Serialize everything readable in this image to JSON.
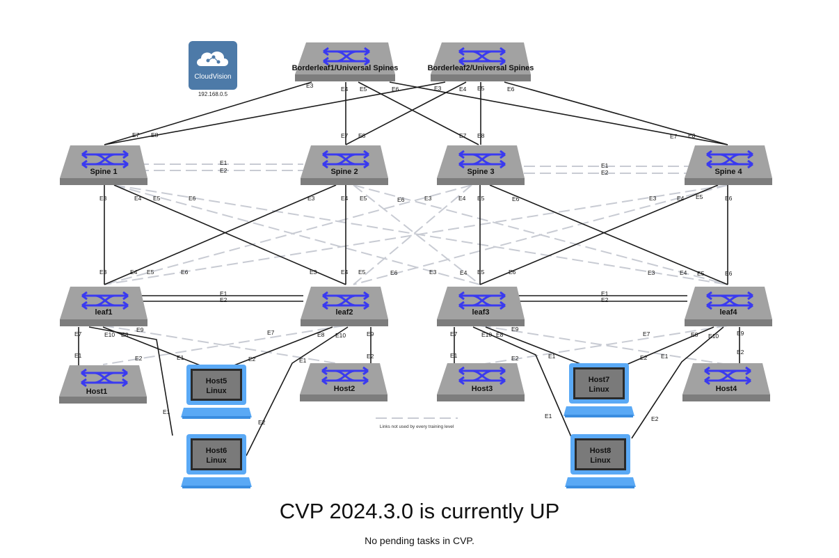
{
  "status": {
    "title": "CVP 2024.3.0 is currently UP",
    "subtitle": "No pending tasks in CVP."
  },
  "cloudvision": {
    "name": "CloudVision",
    "ip": "192.168.0.5"
  },
  "legend": {
    "text": "Links not used by every training level"
  },
  "colors": {
    "switch_top": "#a2a2a2",
    "switch_side": "#7d7d7d",
    "arrow": "#3a3af0",
    "host_frame": "#5aa9f5",
    "cloudvision": "#4d7aa8",
    "dashed_link": "#c8cbd3"
  },
  "devices": {
    "bl1": "Borderleaf1/Universal Spines",
    "bl2": "Borderleaf2/Universal Spines",
    "spine1": "Spine 1",
    "spine2": "Spine 2",
    "spine3": "Spine 3",
    "spine4": "Spine 4",
    "leaf1": "leaf1",
    "leaf2": "leaf2",
    "leaf3": "leaf3",
    "leaf4": "leaf4",
    "host1": "Host1",
    "host2": "Host2",
    "host3": "Host3",
    "host4": "Host4"
  },
  "hosts": {
    "host5": [
      "Host5",
      "Linux"
    ],
    "host6": [
      "Host6",
      "Linux"
    ],
    "host7": [
      "Host7",
      "Linux"
    ],
    "host8": [
      "Host8",
      "Linux"
    ]
  },
  "ports": [
    "E3",
    "E4",
    "E5",
    "E6",
    "E3",
    "E4",
    "E5",
    "E6",
    "E7",
    "E8",
    "E7",
    "E8",
    "E7",
    "E8",
    "E7",
    "E8",
    "E1",
    "E2",
    "E1",
    "E2",
    "E3",
    "E4",
    "E5",
    "E6",
    "E3",
    "E4",
    "E5",
    "E6",
    "E3",
    "E4",
    "E5",
    "E6",
    "E3",
    "E4",
    "E5",
    "E6",
    "E3",
    "E4",
    "E5",
    "E6",
    "E3",
    "E4",
    "E5",
    "E6",
    "E3",
    "E4",
    "E5",
    "E6",
    "E3",
    "E4",
    "E5",
    "E6",
    "E1",
    "E2",
    "E1",
    "E2",
    "E7",
    "E10",
    "E8",
    "E9",
    "E7",
    "E8",
    "E10",
    "E9",
    "E7",
    "E10",
    "E8",
    "E9",
    "E7",
    "E8",
    "E10",
    "E9",
    "E1",
    "E1",
    "E2",
    "E1",
    "E2",
    "E2",
    "E1",
    "E1",
    "E2",
    "E1",
    "E2",
    "E2",
    "E1",
    "E2",
    "E1",
    "E2"
  ]
}
